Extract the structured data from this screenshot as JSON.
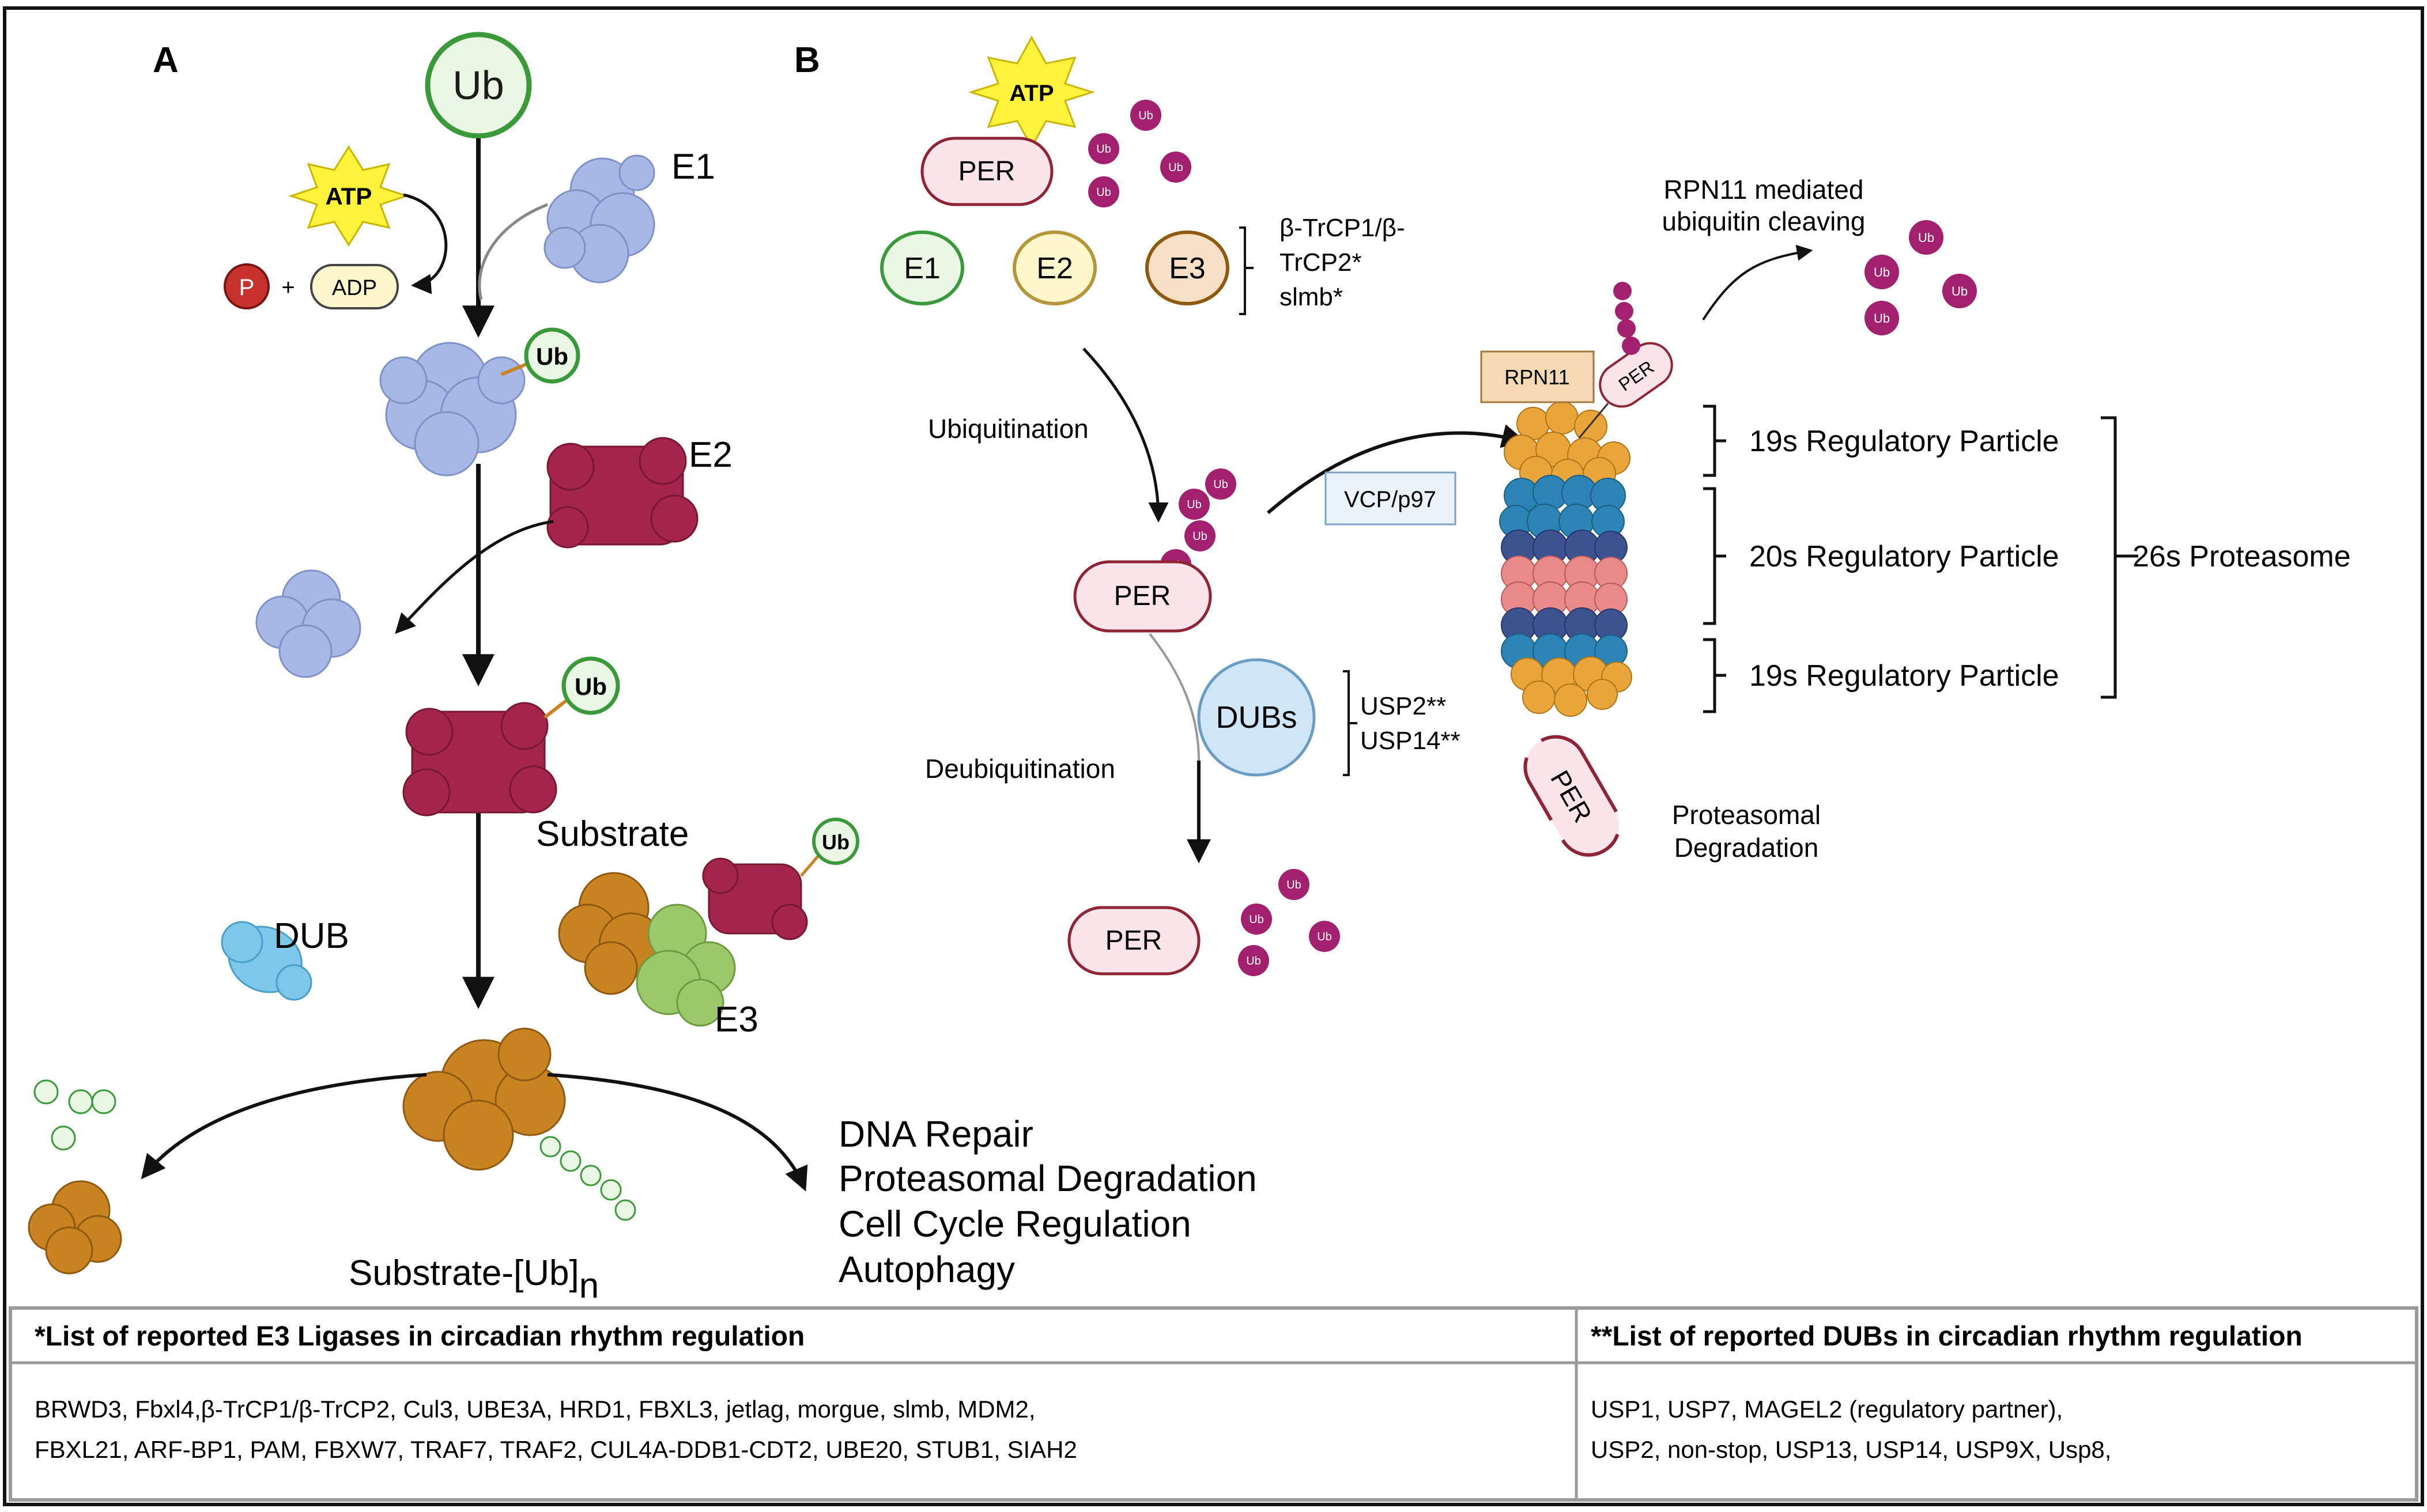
{
  "panel_a": {
    "label": "A",
    "ub": "Ub",
    "atp": "ATP",
    "p": "P",
    "plus": "+",
    "adp": "ADP",
    "e1": "E1",
    "e2": "E2",
    "e3": "E3",
    "substrate": "Substrate",
    "dub": "DUB",
    "substrate_ub_main": "Substrate-[Ub]",
    "substrate_ub_sub": "n",
    "outcomes": [
      "DNA Repair",
      "Proteasomal Degradation",
      "Cell Cycle Regulation",
      "Autophagy"
    ]
  },
  "panel_b": {
    "label": "B",
    "atp": "ATP",
    "per": "PER",
    "ub": "Ub",
    "e1": "E1",
    "e2": "E2",
    "e3": "E3",
    "e3_list": [
      "β-TrCP1/β-",
      "TrCP2*",
      "slmb*"
    ],
    "ubiquitination": "Ubiquitination",
    "deubiquitination": "Deubiquitination",
    "dubs": "DUBs",
    "dub_list": [
      "USP2**",
      "USP14**"
    ],
    "vcp": "VCP/p97",
    "rpn11": "RPN11",
    "rpn11_note": [
      "RPN11 mediated",
      "ubiquitin cleaving"
    ],
    "particles": [
      "19s Regulatory Particle",
      "20s Regulatory Particle",
      "19s Regulatory Particle"
    ],
    "proteasome": "26s Proteasome",
    "degradation": [
      "Proteasomal",
      "Degradation"
    ]
  },
  "table": {
    "e3_header": "*List of reported E3 Ligases in circadian rhythm regulation",
    "dub_header": "**List of reported DUBs in circadian rhythm regulation",
    "e3_lines": [
      "BRWD3, Fbxl4,β-TrCP1/β-TrCP2, Cul3, UBE3A, HRD1, FBXL3, jetlag, morgue, slmb, MDM2,",
      "FBXL21, ARF-BP1, PAM, FBXW7, TRAF7, TRAF2, CUL4A-DDB1-CDT2, UBE20, STUB1, SIAH2"
    ],
    "dub_lines": [
      "USP1, USP7, MAGEL2 (regulatory partner),",
      "USP2, non-stop, USP13, USP14, USP9X, Usp8,"
    ]
  },
  "colors": {
    "ub_green": "#3a9a3a",
    "ub_fill": "#eaf7e4",
    "e1_blue": "#a7b8e6",
    "e2_crimson": "#a3264a",
    "substrate_orange": "#c98321",
    "e3_green": "#9bc96a",
    "dub_cyan": "#7cc7ea",
    "atp_yellow": "#fff23a",
    "ub_purple": "#a3206e",
    "per_fill": "#fbe4ea",
    "per_stroke": "#8e2435",
    "prot_orange": "#e9a43a",
    "prot_blue": "#2b84b5",
    "prot_navy": "#3c5390",
    "prot_pink": "#e98a8a"
  }
}
